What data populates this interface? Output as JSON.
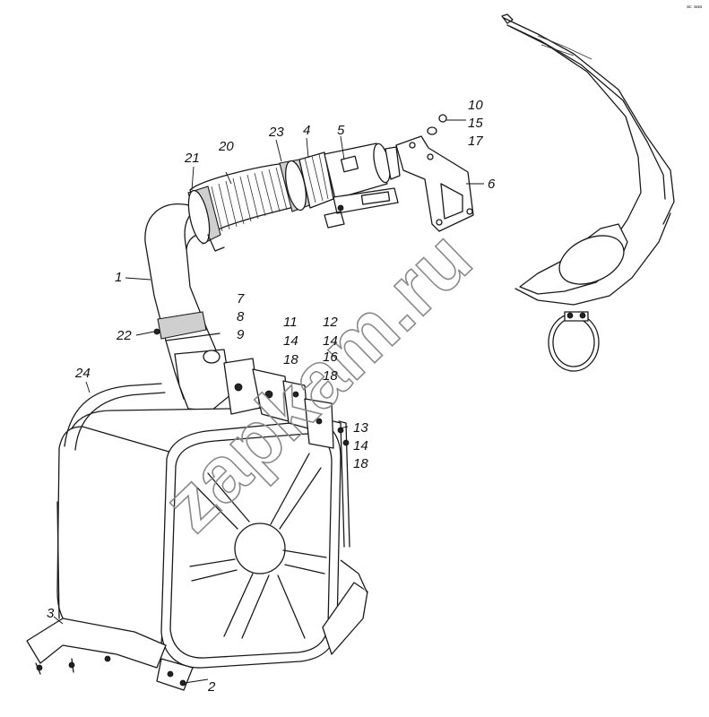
{
  "watermark": "zapkam.ru",
  "corner_mark": "ᵃᶜ ᵃᵃᵃ",
  "callouts": [
    {
      "id": "c10",
      "text": "10"
    },
    {
      "id": "c15",
      "text": "15"
    },
    {
      "id": "c17",
      "text": "17"
    },
    {
      "id": "c23",
      "text": "23"
    },
    {
      "id": "c4",
      "text": "4"
    },
    {
      "id": "c5",
      "text": "5"
    },
    {
      "id": "c20",
      "text": "20"
    },
    {
      "id": "c21",
      "text": "21"
    },
    {
      "id": "c6",
      "text": "6"
    },
    {
      "id": "c1",
      "text": "1"
    },
    {
      "id": "c7",
      "text": "7"
    },
    {
      "id": "c8",
      "text": "8"
    },
    {
      "id": "c9",
      "text": "9"
    },
    {
      "id": "c22",
      "text": "22"
    },
    {
      "id": "c11",
      "text": "11"
    },
    {
      "id": "c14a",
      "text": "14"
    },
    {
      "id": "c18a",
      "text": "18"
    },
    {
      "id": "c12",
      "text": "12"
    },
    {
      "id": "c14b",
      "text": "14"
    },
    {
      "id": "c16",
      "text": "16"
    },
    {
      "id": "c18b",
      "text": "18"
    },
    {
      "id": "c24",
      "text": "24"
    },
    {
      "id": "c13",
      "text": "13"
    },
    {
      "id": "c14c",
      "text": "14"
    },
    {
      "id": "c18c",
      "text": "18"
    },
    {
      "id": "c3",
      "text": "3"
    },
    {
      "id": "c2",
      "text": "2"
    }
  ]
}
